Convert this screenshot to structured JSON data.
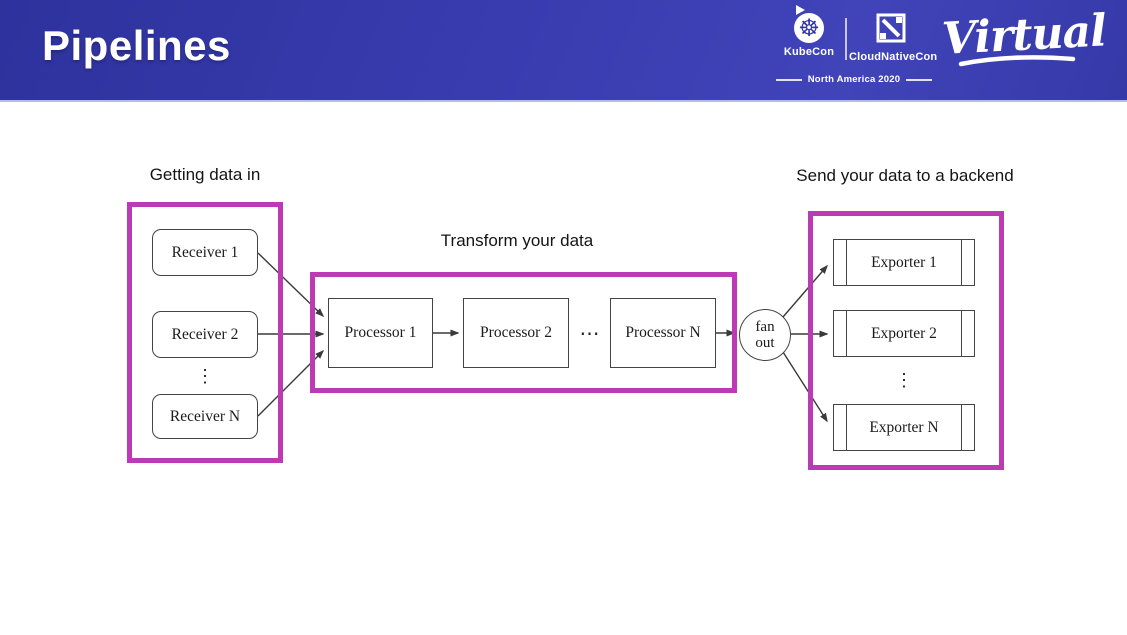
{
  "slide": {
    "title": "Pipelines"
  },
  "event_branding": {
    "kubecon_label": "KubeCon",
    "cloudnativecon_label": "CloudNativeCon",
    "event_name": "North America 2020",
    "virtual_label": "Virtual",
    "kubernetes_wheel_glyph": "☸"
  },
  "colors": {
    "banner_blue": "#383caf",
    "magenta_accent": "#bc3ab4"
  },
  "diagram": {
    "sections": {
      "receivers": {
        "label": "Getting data in",
        "items": [
          "Receiver 1",
          "Receiver 2",
          "Receiver N"
        ],
        "ellipsis": "⋮"
      },
      "processors": {
        "label": "Transform your data",
        "items": [
          "Processor 1",
          "Processor 2",
          "Processor N"
        ],
        "ellipsis": "⋯"
      },
      "exporters": {
        "label": "Send your data to a backend",
        "items": [
          "Exporter 1",
          "Exporter 2",
          "Exporter N"
        ],
        "ellipsis": "⋮"
      },
      "fanout": {
        "line1": "fan",
        "line2": "out"
      }
    }
  }
}
